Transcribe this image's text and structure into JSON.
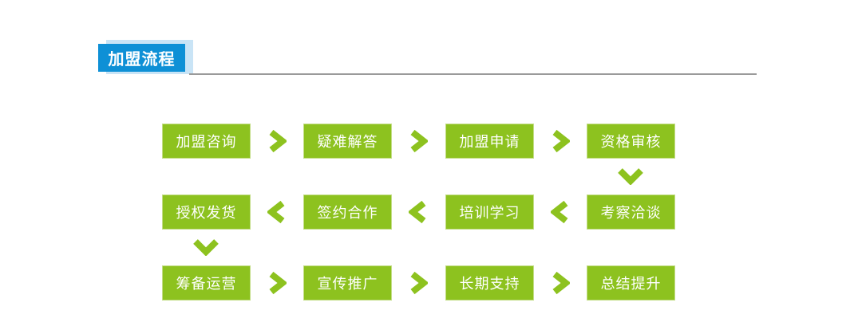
{
  "theme": {
    "page-bg": "#ffffff",
    "blue": "#0e90d6",
    "blue-light": "#c9e4f6",
    "rule": "#9a9a9a",
    "green": "#8dc21f",
    "green-border": "#c3dd87",
    "text-on-fill": "#ffffff"
  },
  "header": {
    "title": "加盟流程"
  },
  "flow": {
    "rows": [
      {
        "direction": "right",
        "steps": [
          "加盟咨询",
          "疑难解答",
          "加盟申请",
          "资格审核"
        ]
      },
      {
        "direction": "left",
        "steps": [
          "授权发货",
          "签约合作",
          "培训学习",
          "考察洽谈"
        ]
      },
      {
        "direction": "right",
        "steps": [
          "筹备运营",
          "宣传推广",
          "长期支持",
          "总结提升"
        ]
      }
    ],
    "connectors": [
      {
        "type": "down",
        "from": "资格审核",
        "to": "考察洽谈"
      },
      {
        "type": "down",
        "from": "授权发货",
        "to": "筹备运营"
      }
    ],
    "icons": {
      "right": "chevron-right-icon",
      "left": "chevron-left-icon",
      "down": "chevron-down-icon"
    }
  }
}
